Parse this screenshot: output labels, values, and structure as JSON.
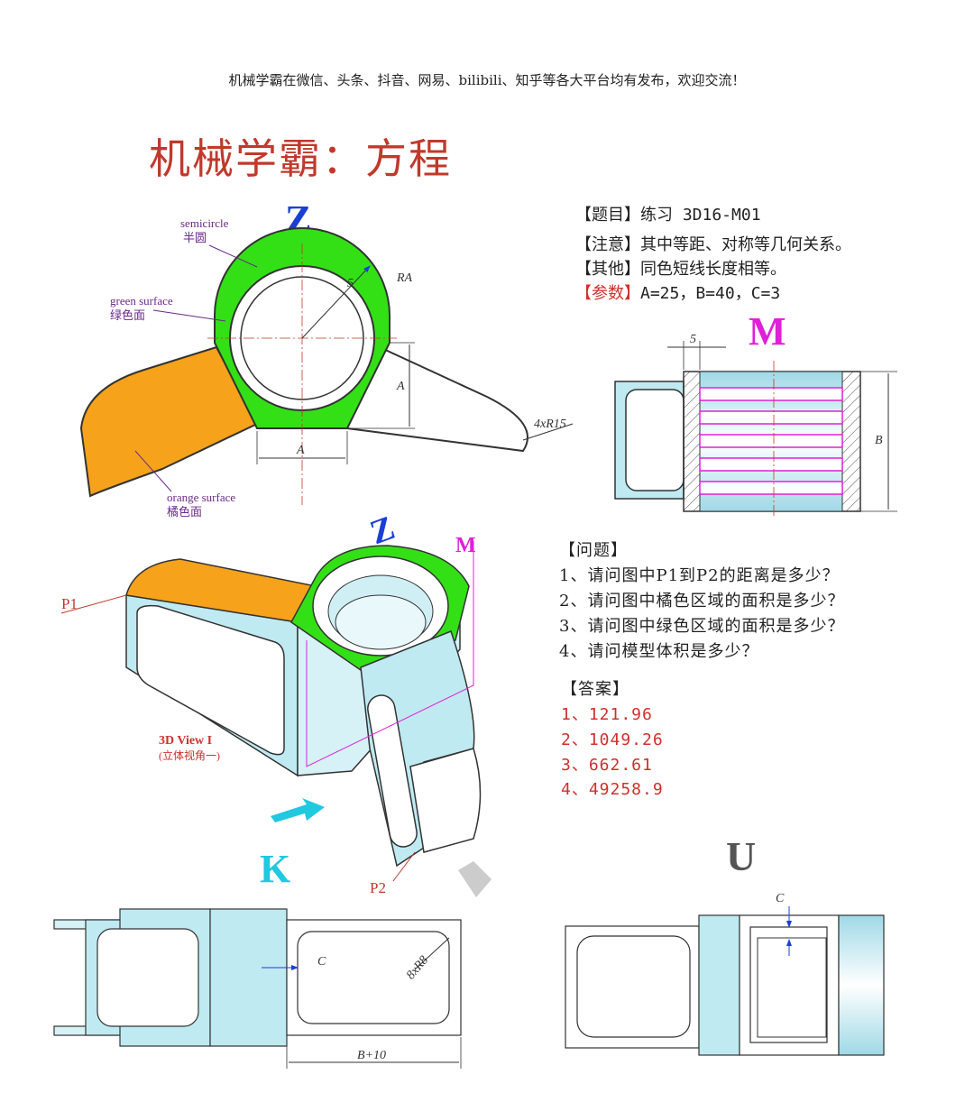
{
  "header_note": "机械学霸在微信、头条、抖音、网易、bilibili、知乎等各大平台均有发布，欢迎交流！",
  "title": "机械学霸：方程",
  "info": {
    "subject_tag": "【题目】",
    "subject_text": "练习 3D16-M01",
    "note_tag": "【注意】",
    "note_text": "其中等距、对称等几何关系。",
    "other_tag": "【其他】",
    "other_text": "同色短线长度相等。",
    "param_tag": "【参数】",
    "param_text": "A=25，B=40，C=3"
  },
  "questions": {
    "heading": "【问题】",
    "items": [
      "1、请问图中P1到P2的距离是多少？",
      "2、请问图中橘色区域的面积是多少？",
      "3、请问图中绿色区域的面积是多少？",
      "4、请问模型体积是多少？"
    ]
  },
  "answers": {
    "heading": "【答案】",
    "items": [
      "1、121.96",
      "2、1049.26",
      "3、662.61",
      "4、49258.9"
    ]
  },
  "views": {
    "z_label": "Z",
    "m_label": "M",
    "k_label": "K",
    "u_label": "U",
    "view3d_label": "3D View I",
    "view3d_sub": "(立体视角一)",
    "p1": "P1",
    "p2": "P2"
  },
  "annotations": {
    "semicircle_en": "semicircle",
    "semicircle_cn": "半圆",
    "green_en": "green surface",
    "green_cn": "绿色面",
    "orange_en": "orange surface",
    "orange_cn": "橘色面"
  },
  "dims": {
    "five": "5",
    "ra": "RA",
    "a_vert": "A",
    "a_horiz": "A",
    "r15": "4xR15",
    "m_five": "5",
    "b": "B",
    "c_k": "C",
    "r8": "8xR8",
    "b10": "B+10",
    "c_u": "C"
  },
  "colors": {
    "green": "#33e016",
    "orange": "#f6a21a",
    "title_red": "#c0392b",
    "z_blue": "#1a3fd6",
    "m_magenta": "#e020d8",
    "k_cyan": "#20c8e0",
    "u_gray": "#555555",
    "light_blue": "#bfeaf2"
  }
}
